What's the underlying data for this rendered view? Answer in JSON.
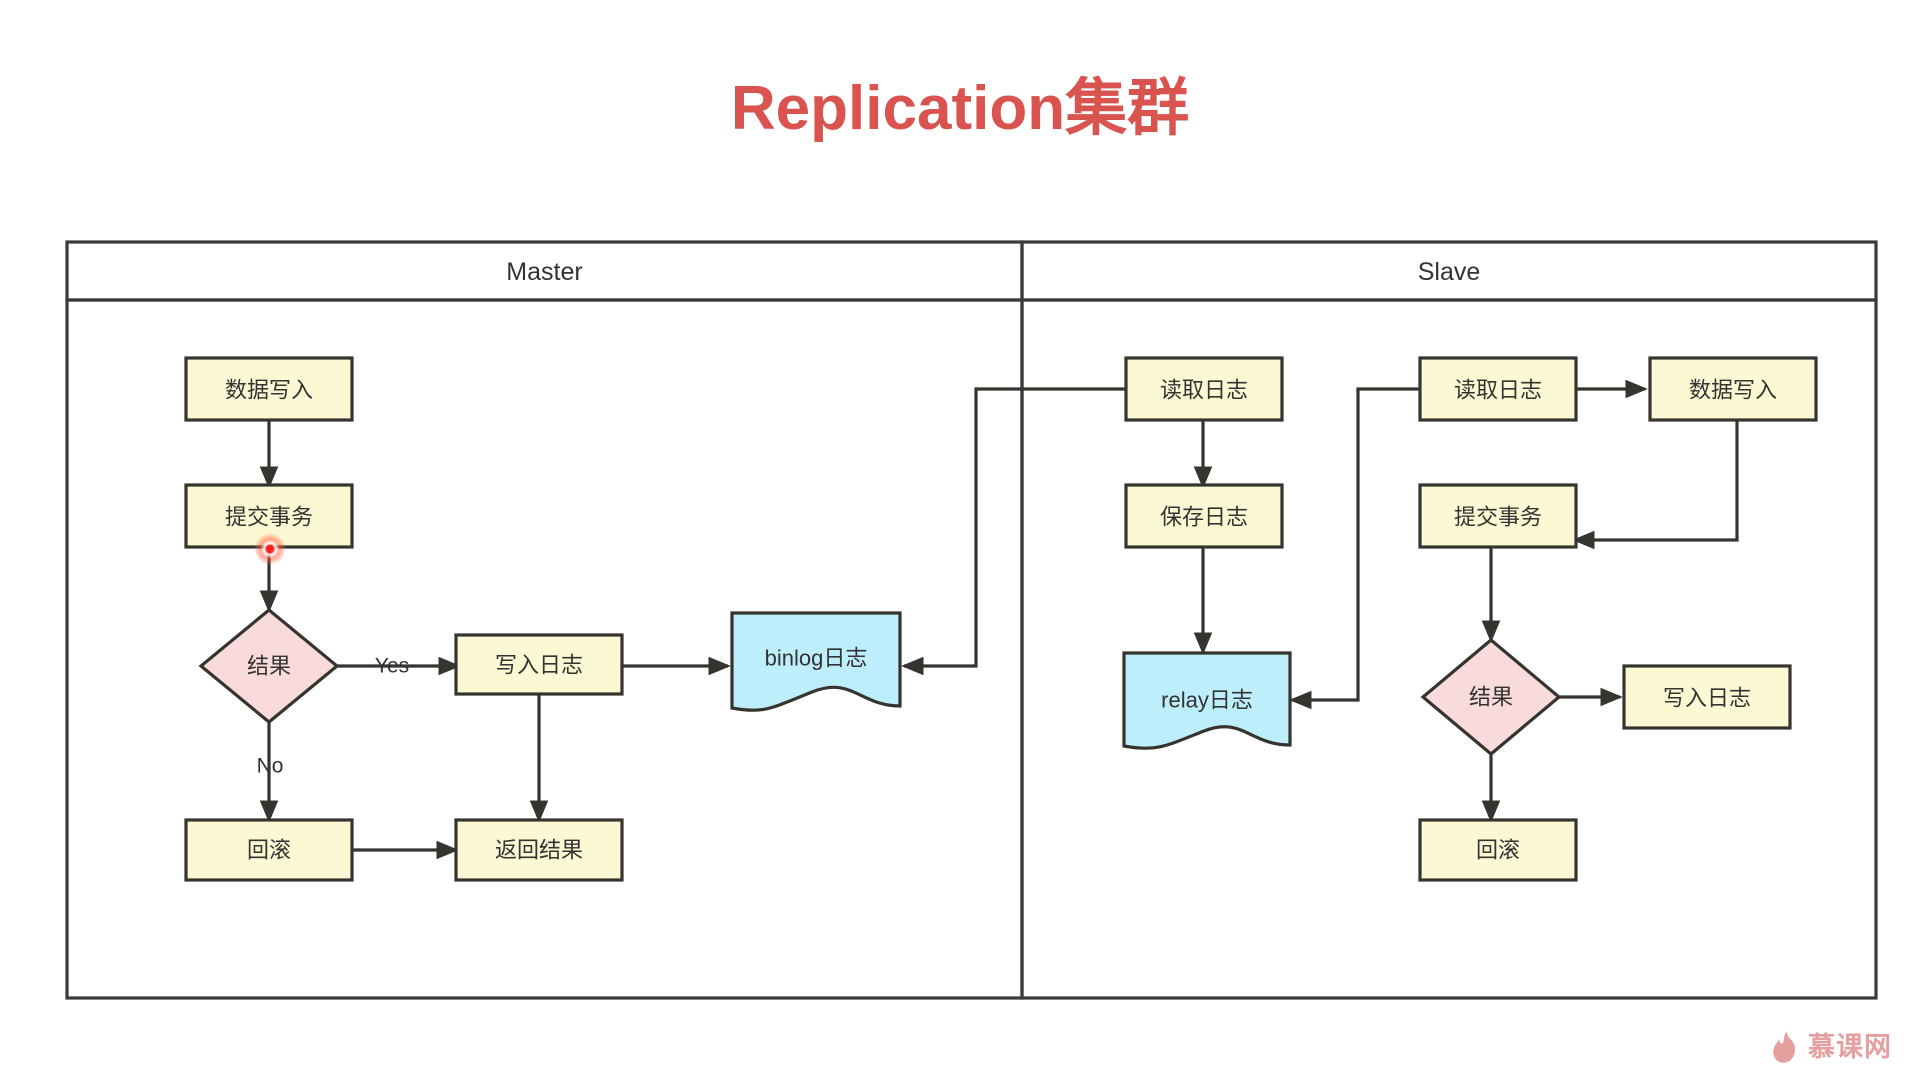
{
  "page": {
    "title": "Replication集群",
    "title_color": "#d9534f",
    "background": "#ffffff"
  },
  "watermark": {
    "icon": "flame-icon",
    "text": "慕课网",
    "color": "#e49a9a"
  },
  "colors": {
    "process_fill": "#fbf8d3",
    "decision_fill": "#fadbdb",
    "document_fill": "#bdeefb",
    "stroke": "#36342e",
    "lane_stroke": "#3a3a3a",
    "text": "#333333",
    "cursor": "#ff1e1e"
  },
  "chart_data": {
    "type": "flowchart",
    "title": "Replication集群",
    "lanes": [
      {
        "id": "master",
        "label": "Master"
      },
      {
        "id": "slave",
        "label": "Slave"
      }
    ],
    "nodes": [
      {
        "id": "m-write",
        "lane": "master",
        "label": "数据写入",
        "shape": "process"
      },
      {
        "id": "m-commit",
        "lane": "master",
        "label": "提交事务",
        "shape": "process"
      },
      {
        "id": "m-result",
        "lane": "master",
        "label": "结果",
        "shape": "decision"
      },
      {
        "id": "m-writelog",
        "lane": "master",
        "label": "写入日志",
        "shape": "process"
      },
      {
        "id": "m-binlog",
        "lane": "master",
        "label": "binlog日志",
        "shape": "document"
      },
      {
        "id": "m-rollback",
        "lane": "master",
        "label": "回滚",
        "shape": "process"
      },
      {
        "id": "m-return",
        "lane": "master",
        "label": "返回结果",
        "shape": "process"
      },
      {
        "id": "s-readlog",
        "lane": "slave",
        "label": "读取日志",
        "shape": "process"
      },
      {
        "id": "s-savelog",
        "lane": "slave",
        "label": "保存日志",
        "shape": "process"
      },
      {
        "id": "s-relay",
        "lane": "slave",
        "label": "relay日志",
        "shape": "document"
      },
      {
        "id": "s-readlog2",
        "lane": "slave",
        "label": "读取日志",
        "shape": "process"
      },
      {
        "id": "s-write",
        "lane": "slave",
        "label": "数据写入",
        "shape": "process"
      },
      {
        "id": "s-commit",
        "lane": "slave",
        "label": "提交事务",
        "shape": "process"
      },
      {
        "id": "s-result",
        "lane": "slave",
        "label": "结果",
        "shape": "decision"
      },
      {
        "id": "s-writelog",
        "lane": "slave",
        "label": "写入日志",
        "shape": "process"
      },
      {
        "id": "s-rollback",
        "lane": "slave",
        "label": "回滚",
        "shape": "process"
      }
    ],
    "edges": [
      {
        "from": "m-write",
        "to": "m-commit",
        "label": ""
      },
      {
        "from": "m-commit",
        "to": "m-result",
        "label": ""
      },
      {
        "from": "m-result",
        "to": "m-writelog",
        "label": "Yes"
      },
      {
        "from": "m-result",
        "to": "m-rollback",
        "label": "No"
      },
      {
        "from": "m-writelog",
        "to": "m-binlog",
        "label": ""
      },
      {
        "from": "m-writelog",
        "to": "m-return",
        "label": ""
      },
      {
        "from": "m-rollback",
        "to": "m-return",
        "label": ""
      },
      {
        "from": "s-readlog",
        "to": "m-binlog",
        "label": ""
      },
      {
        "from": "s-readlog",
        "to": "s-savelog",
        "label": ""
      },
      {
        "from": "s-savelog",
        "to": "s-relay",
        "label": ""
      },
      {
        "from": "s-readlog2",
        "to": "s-relay",
        "label": ""
      },
      {
        "from": "s-readlog2",
        "to": "s-write",
        "label": ""
      },
      {
        "from": "s-write",
        "to": "s-commit",
        "label": ""
      },
      {
        "from": "s-commit",
        "to": "s-result",
        "label": ""
      },
      {
        "from": "s-result",
        "to": "s-writelog",
        "label": ""
      },
      {
        "from": "s-result",
        "to": "s-rollback",
        "label": ""
      }
    ],
    "edge_labels": {
      "yes": "Yes",
      "no": "No"
    }
  },
  "nodes": {
    "m_write": "数据写入",
    "m_commit": "提交事务",
    "m_result": "结果",
    "m_writelog": "写入日志",
    "m_binlog": "binlog日志",
    "m_rollback": "回滚",
    "m_return": "返回结果",
    "s_readlog": "读取日志",
    "s_savelog": "保存日志",
    "s_relay": "relay日志",
    "s_readlog2": "读取日志",
    "s_write": "数据写入",
    "s_commit": "提交事务",
    "s_result": "结果",
    "s_writelog": "写入日志",
    "s_rollback": "回滚"
  },
  "lanes": {
    "master": "Master",
    "slave": "Slave"
  },
  "labels": {
    "yes": "Yes",
    "no": "No"
  }
}
